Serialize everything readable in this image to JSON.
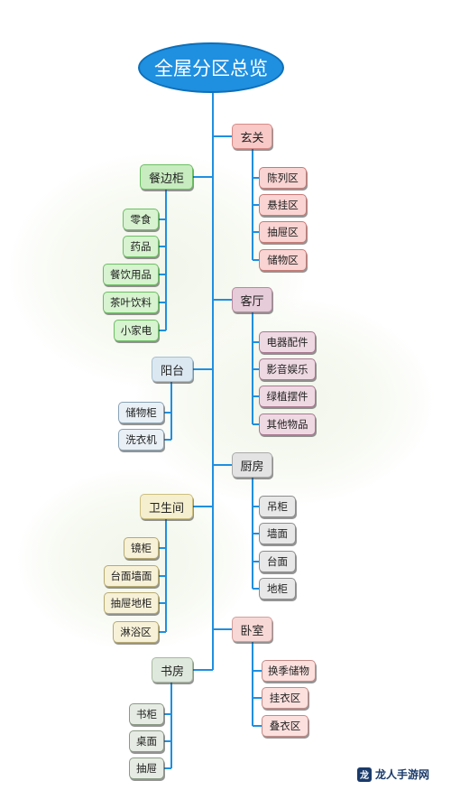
{
  "root": "全屋分区总览",
  "right": {
    "entrance": {
      "label": "玄关",
      "items": [
        "陈列区",
        "悬挂区",
        "抽屉区",
        "储物区"
      ]
    },
    "living": {
      "label": "客厅",
      "items": [
        "电器配件",
        "影音娱乐",
        "绿植摆件",
        "其他物品"
      ]
    },
    "kitchen": {
      "label": "厨房",
      "items": [
        "吊柜",
        "墙面",
        "台面",
        "地柜"
      ]
    },
    "bedroom": {
      "label": "卧室",
      "items": [
        "换季储物",
        "挂衣区",
        "叠衣区"
      ]
    }
  },
  "left": {
    "sideboard": {
      "label": "餐边柜",
      "items": [
        "零食",
        "药品",
        "餐饮用品",
        "茶叶饮料",
        "小家电"
      ]
    },
    "balcony": {
      "label": "阳台",
      "items": [
        "储物柜",
        "洗衣机"
      ]
    },
    "bathroom": {
      "label": "卫生间",
      "items": [
        "镜柜",
        "台面墙面",
        "抽屉地柜",
        "淋浴区"
      ]
    },
    "study": {
      "label": "书房",
      "items": [
        "书柜",
        "桌面",
        "抽屉"
      ]
    }
  },
  "watermark": {
    "icon": "dragon-logo-icon",
    "text": "龙人手游网"
  },
  "colors": {
    "trunk": "#1f8fe0",
    "connector": "#1f8fe0"
  }
}
